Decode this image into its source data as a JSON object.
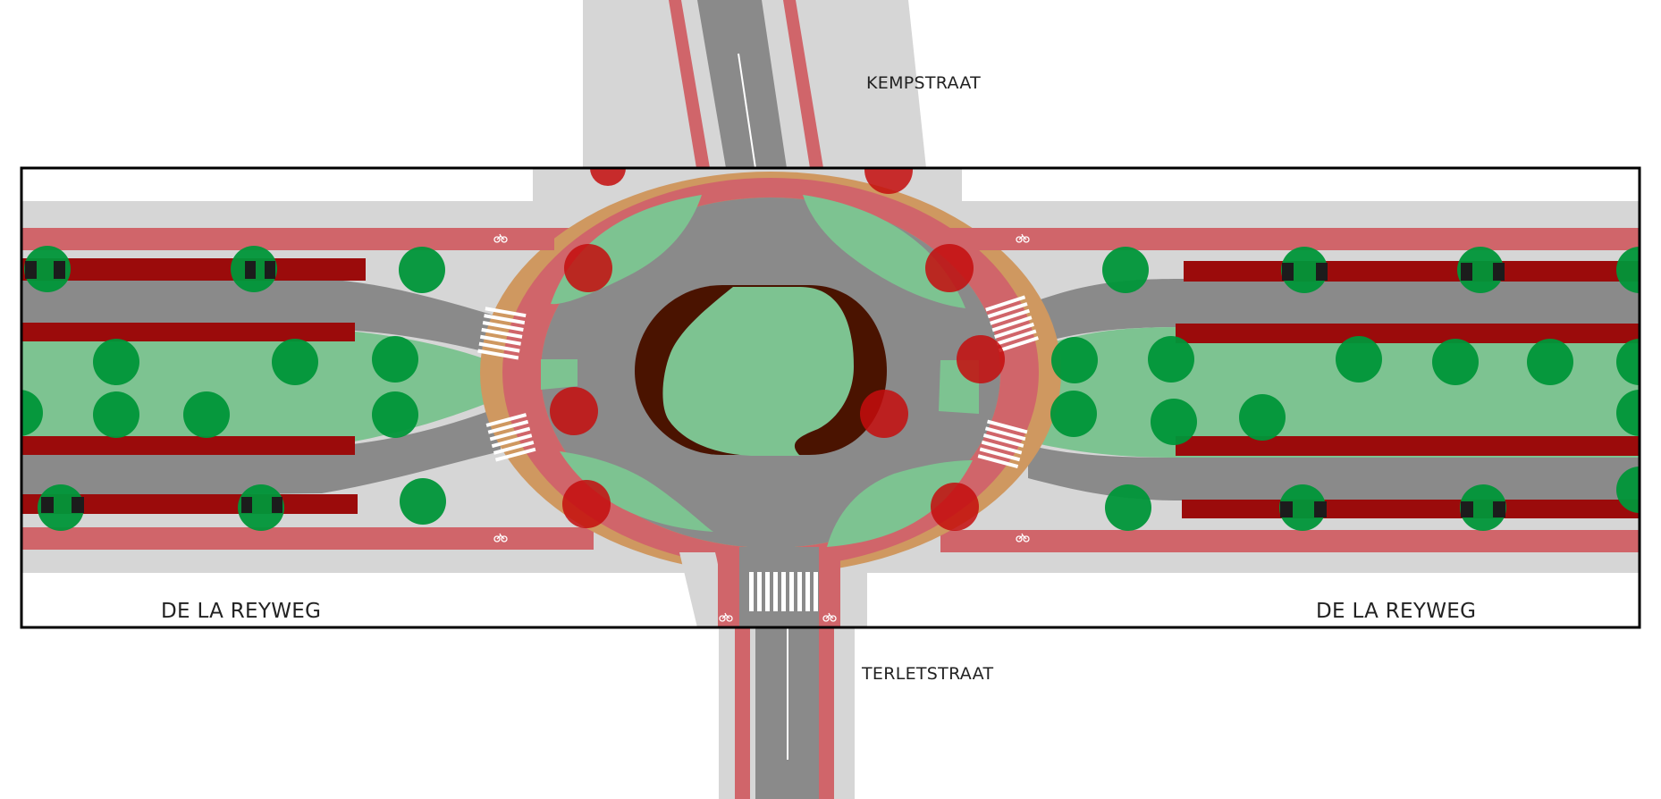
{
  "labels": {
    "north_street": "KEMPSTRAAT",
    "south_street": "TERLETSTRAAT",
    "west_street": "DE LA REYWEG",
    "east_street": "DE LA REYWEG"
  },
  "legend_colors": {
    "road": "#8a8a8a",
    "sidewalk": "#d6d6d6",
    "bike_path": "#d0656a",
    "parking": "#9b0b0b",
    "verge": "#7dc391",
    "new_tree": "#009639",
    "removed_tree": "#c40d0d",
    "planter": "#4a1300",
    "apron": "#cf9860",
    "frame": "#000000"
  }
}
